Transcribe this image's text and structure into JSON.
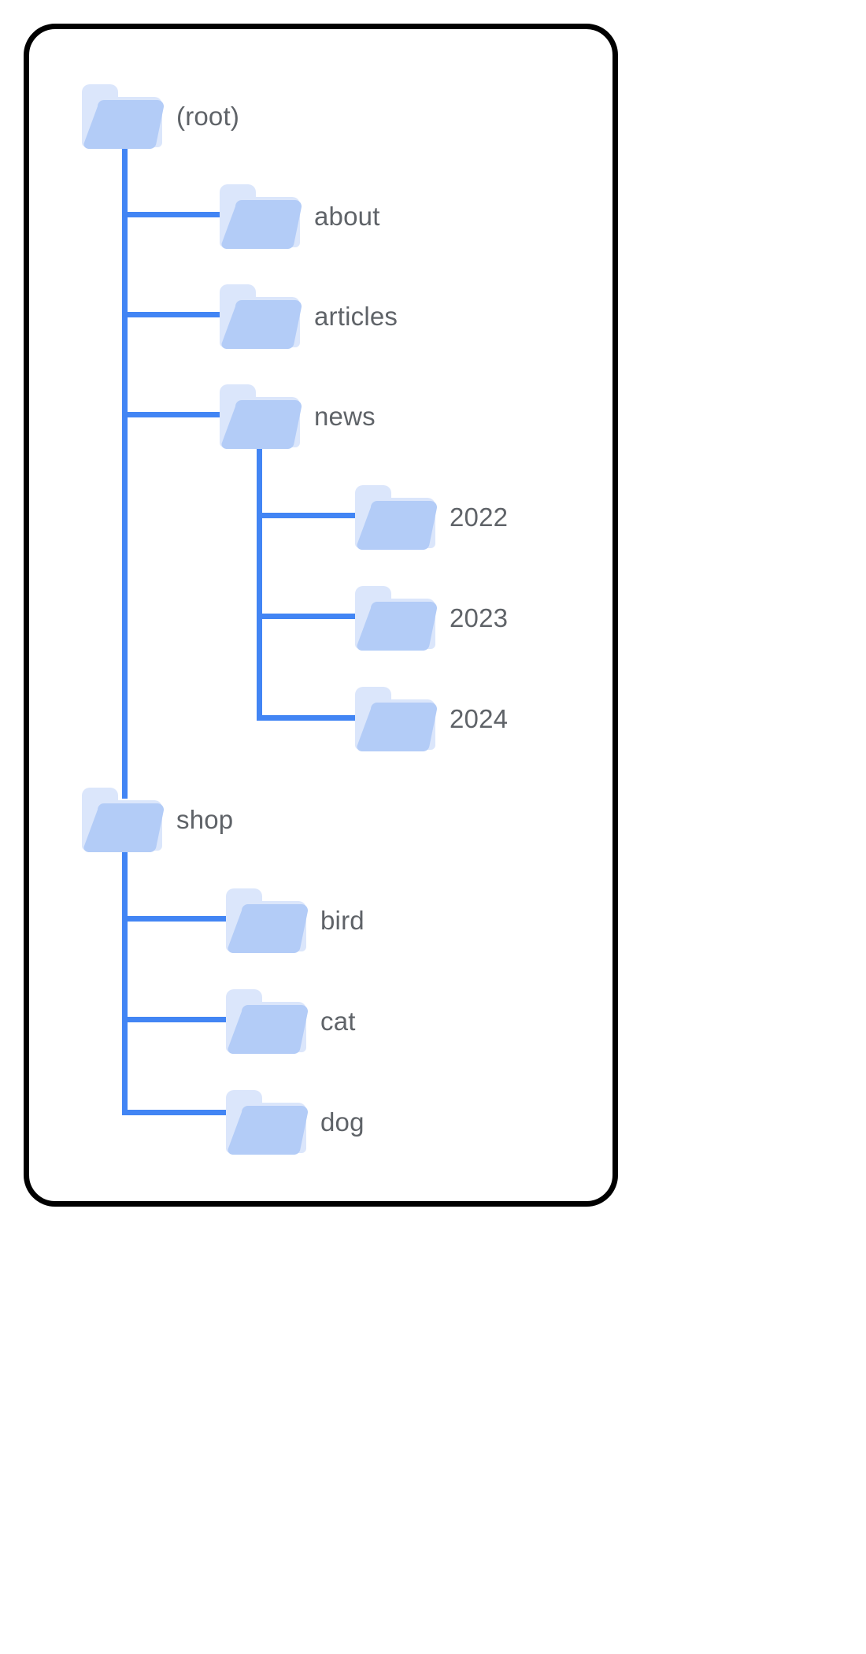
{
  "diagram": {
    "title": "folder-tree",
    "colors": {
      "connector": "#4285f4",
      "folder_back": "#dbe6fb",
      "folder_front": "#b3ccf7",
      "label": "#5f6368",
      "card_border": "#000000",
      "background": "#ffffff"
    }
  },
  "tree": {
    "root": {
      "label": "(root)",
      "icon": "folder-icon"
    },
    "children": [
      {
        "label": "about",
        "icon": "folder-icon",
        "children": []
      },
      {
        "label": "articles",
        "icon": "folder-icon",
        "children": []
      },
      {
        "label": "news",
        "icon": "folder-icon",
        "children": [
          {
            "label": "2022",
            "icon": "folder-icon"
          },
          {
            "label": "2023",
            "icon": "folder-icon"
          },
          {
            "label": "2024",
            "icon": "folder-icon"
          }
        ]
      },
      {
        "label": "shop",
        "icon": "folder-icon",
        "children": [
          {
            "label": "bird",
            "icon": "folder-icon"
          },
          {
            "label": "cat",
            "icon": "folder-icon"
          },
          {
            "label": "dog",
            "icon": "folder-icon"
          }
        ]
      }
    ]
  },
  "nodes": {
    "root": "(root)",
    "about": "about",
    "articles": "articles",
    "news": "news",
    "y2022": "2022",
    "y2023": "2023",
    "y2024": "2024",
    "shop": "shop",
    "bird": "bird",
    "cat": "cat",
    "dog": "dog"
  }
}
